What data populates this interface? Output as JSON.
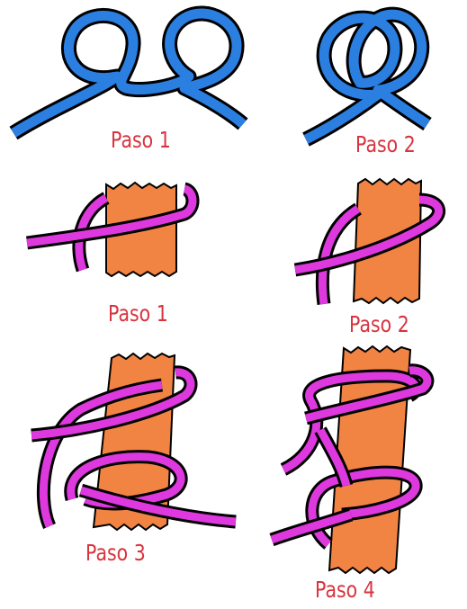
{
  "labels": {
    "loops_step1": "Paso 1",
    "loops_step2": "Paso 2",
    "hitch_step1": "Paso 1",
    "hitch_step2": "Paso 2",
    "hitch_step3": "Paso 3",
    "hitch_step4": "Paso 4"
  },
  "colors": {
    "rope_blue": "#2a7fe0",
    "rope_magenta": "#de39de",
    "post_orange": "#f28443",
    "outline": "#000000",
    "label_red": "#d8343f"
  }
}
